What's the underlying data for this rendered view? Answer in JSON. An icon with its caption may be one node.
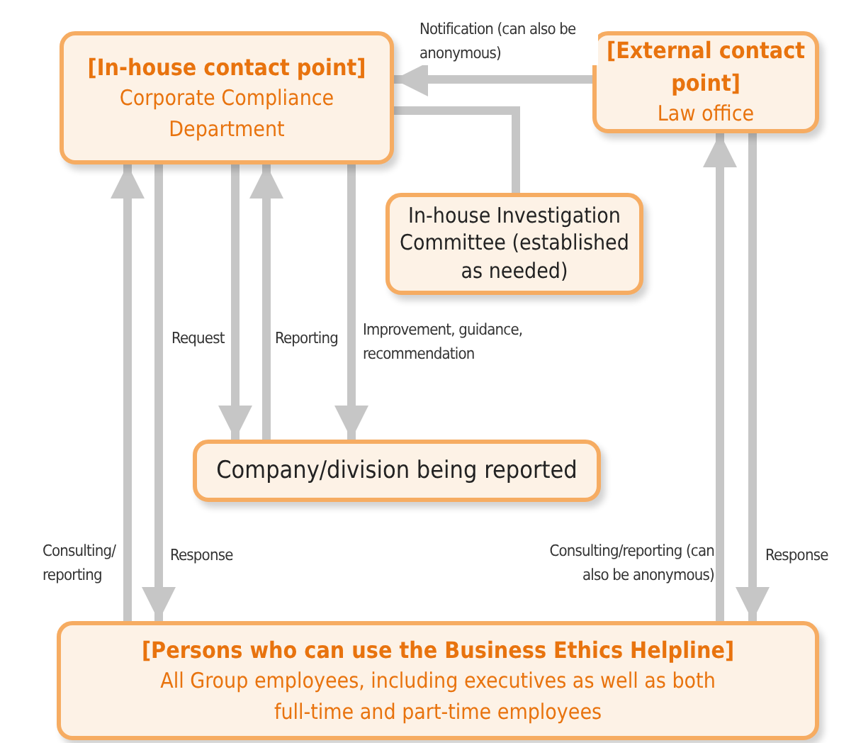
{
  "diagram": {
    "nodes": [
      {
        "text": [
          "[In-house contact point]",
          "Corporate Compliance Department"
        ]
      },
      {
        "text": [
          "[External contact point]",
          "Law office"
        ]
      },
      {
        "text": [
          "In-house Investigation Committee (established as needed)"
        ]
      },
      {
        "text": [
          "Company/division being reported"
        ]
      },
      {
        "text": [
          "[Persons who can use the Business Ethics Helpline]",
          "All Group employees, including executives as well as both full-time and part-time employees"
        ]
      }
    ],
    "edges": [
      {
        "from": 1,
        "to": 0,
        "arrow": "to",
        "label": "Notification (can also be anonymous)"
      },
      {
        "from": 2,
        "to": 0,
        "arrow": "none"
      },
      {
        "from": 4,
        "to": 0,
        "arrow": "to",
        "label": "Consulting/ reporting"
      },
      {
        "from": 0,
        "to": 4,
        "arrow": "to",
        "label": "Response"
      },
      {
        "from": 0,
        "to": 3,
        "arrow": "to",
        "label": "Request"
      },
      {
        "from": 3,
        "to": 0,
        "arrow": "to",
        "label": "Reporting"
      },
      {
        "from": 0,
        "to": 3,
        "arrow": "to",
        "label": "Improvement, guidance, recommendation"
      },
      {
        "from": 4,
        "to": 1,
        "arrow": "to",
        "label": "Consulting/reporting (can also be anonymous)"
      },
      {
        "from": 1,
        "to": 4,
        "arrow": "to",
        "label": "Response"
      }
    ]
  }
}
